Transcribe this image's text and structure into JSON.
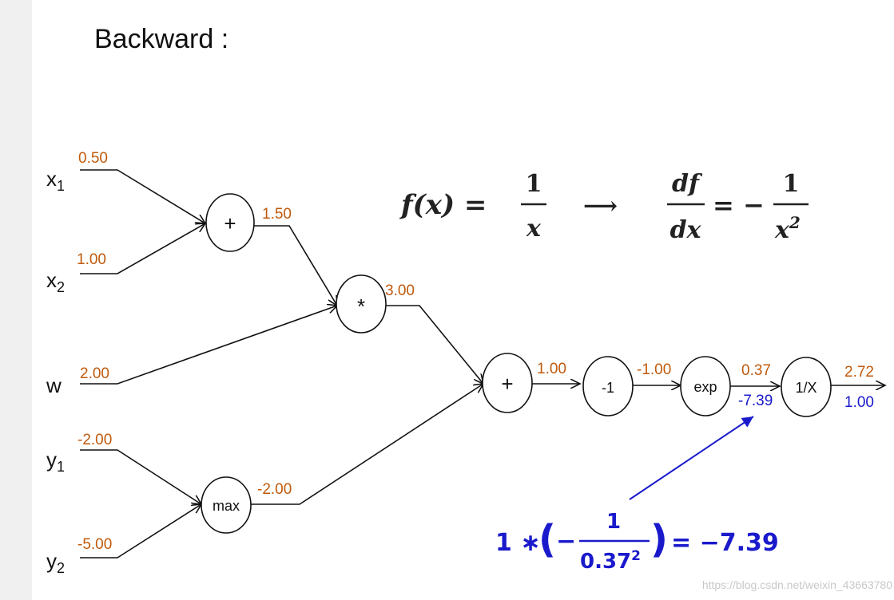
{
  "title": "Backward :",
  "inputs": {
    "x1": {
      "name": "x",
      "sub": "1",
      "value": "0.50"
    },
    "x2": {
      "name": "x",
      "sub": "2",
      "value": "1.00"
    },
    "w": {
      "name": "w",
      "sub": "",
      "value": "2.00"
    },
    "y1": {
      "name": "y",
      "sub": "1",
      "value": "-2.00"
    },
    "y2": {
      "name": "y",
      "sub": "2",
      "value": "-5.00"
    }
  },
  "nodes": {
    "add1": {
      "label": "+",
      "output": "1.50"
    },
    "mul": {
      "label": "*",
      "output": "3.00"
    },
    "max": {
      "label": "max",
      "output": "-2.00"
    },
    "add2": {
      "label": "+",
      "output": "1.00"
    },
    "neg": {
      "label": "-1",
      "output": "-1.00"
    },
    "exp": {
      "label": "exp",
      "output": "0.37",
      "gradient": "-7.39"
    },
    "inv": {
      "label": "1/X",
      "output": "2.72",
      "gradient": "1.00"
    }
  },
  "formula": {
    "fx": "f(x) =",
    "one": "1",
    "x": "x",
    "arrow": "⟶",
    "df": "df",
    "dx": "dx",
    "eq_minus": "= −",
    "one2": "1",
    "x2_base": "x",
    "x2_exp": "2"
  },
  "gradient_calc": {
    "prefix": "1 ∗",
    "open": "(",
    "minus": "−",
    "numerator": "1",
    "denominator": "0.37",
    "denominator_exp": "2",
    "close": ")",
    "result": "=  −7.39"
  },
  "watermark": "https://blog.csdn.net/weixin_43663780",
  "colors": {
    "forward": "#c05a0c",
    "backward": "#1a1acc",
    "background": "#ffffff",
    "margin": "#f0f0f0"
  }
}
